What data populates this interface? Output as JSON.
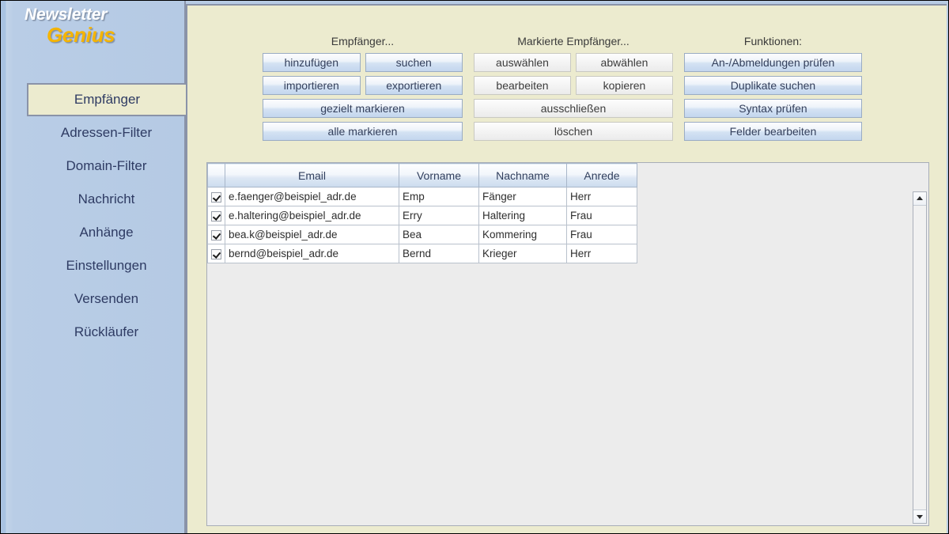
{
  "app": {
    "logo_line1": "Newsletter",
    "logo_line2": "Genius",
    "accent_color": "#f5b400",
    "sidebar_color": "#b5cae4",
    "panel_color": "#ecebcf"
  },
  "sidebar": {
    "items": [
      {
        "label": "Empfänger",
        "active": true
      },
      {
        "label": "Adressen-Filter",
        "active": false
      },
      {
        "label": "Domain-Filter",
        "active": false
      },
      {
        "label": "Nachricht",
        "active": false
      },
      {
        "label": "Anhänge",
        "active": false
      },
      {
        "label": "Einstellungen",
        "active": false
      },
      {
        "label": "Versenden",
        "active": false
      },
      {
        "label": "Rückläufer",
        "active": false
      }
    ]
  },
  "toolbar": {
    "groups": [
      {
        "id": "empfaenger",
        "title": "Empfänger...",
        "style": "blue",
        "rows": [
          [
            "hinzufügen",
            "suchen"
          ],
          [
            "importieren",
            "exportieren"
          ],
          [
            "gezielt markieren"
          ],
          [
            "alle markieren"
          ]
        ]
      },
      {
        "id": "markierte",
        "title": "Markierte Empfänger...",
        "style": "grey",
        "rows": [
          [
            "auswählen",
            "abwählen"
          ],
          [
            "bearbeiten",
            "kopieren"
          ],
          [
            "ausschließen"
          ],
          [
            "löschen"
          ]
        ]
      },
      {
        "id": "funktionen",
        "title": "Funktionen:",
        "style": "blue",
        "rows": [
          [
            "An-/Abmeldungen prüfen"
          ],
          [
            "Duplikate suchen"
          ],
          [
            "Syntax prüfen"
          ],
          [
            "Felder bearbeiten"
          ]
        ]
      }
    ]
  },
  "table": {
    "columns": [
      "",
      "Email",
      "Vorname",
      "Nachname",
      "Anrede"
    ],
    "rows": [
      {
        "checked": true,
        "email": "e.faenger@beispiel_adr.de",
        "vorname": "Emp",
        "nachname": "Fänger",
        "anrede": "Herr"
      },
      {
        "checked": true,
        "email": "e.haltering@beispiel_adr.de",
        "vorname": "Erry",
        "nachname": "Haltering",
        "anrede": "Frau"
      },
      {
        "checked": true,
        "email": "bea.k@beispiel_adr.de",
        "vorname": "Bea",
        "nachname": "Kommering",
        "anrede": "Frau"
      },
      {
        "checked": true,
        "email": "bernd@beispiel_adr.de",
        "vorname": "Bernd",
        "nachname": "Krieger",
        "anrede": "Herr"
      }
    ]
  },
  "scrollbar": {
    "up_icon": "triangle-up-icon",
    "down_icon": "triangle-down-icon"
  }
}
